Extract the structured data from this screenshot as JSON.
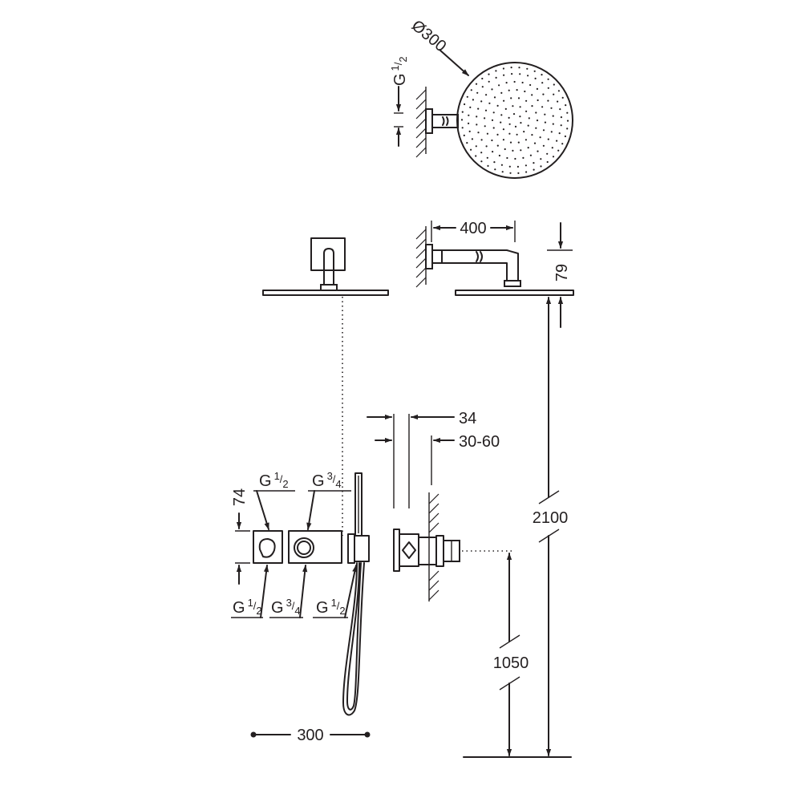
{
  "dimensions": {
    "head_diameter": "Ø300",
    "arm_length": "400",
    "head_drop": "79",
    "head_height": "2100",
    "valve_height": "1050",
    "spacing": "300",
    "plate_depth": "34",
    "wall_depth": "30-60",
    "plate_size": "74"
  },
  "threads": {
    "top_inlet": {
      "prefix": "G",
      "num": "1",
      "den": "2"
    },
    "front_left_top": {
      "prefix": "G",
      "num": "1",
      "den": "2"
    },
    "front_right_top": {
      "prefix": "G",
      "num": "3",
      "den": "4"
    },
    "bottom_1": {
      "prefix": "G",
      "num": "1",
      "den": "2"
    },
    "bottom_2": {
      "prefix": "G",
      "num": "3",
      "den": "4"
    },
    "bottom_3": {
      "prefix": "G",
      "num": "1",
      "den": "2"
    }
  },
  "colors": {
    "line": "#231f20",
    "background": "#ffffff"
  }
}
